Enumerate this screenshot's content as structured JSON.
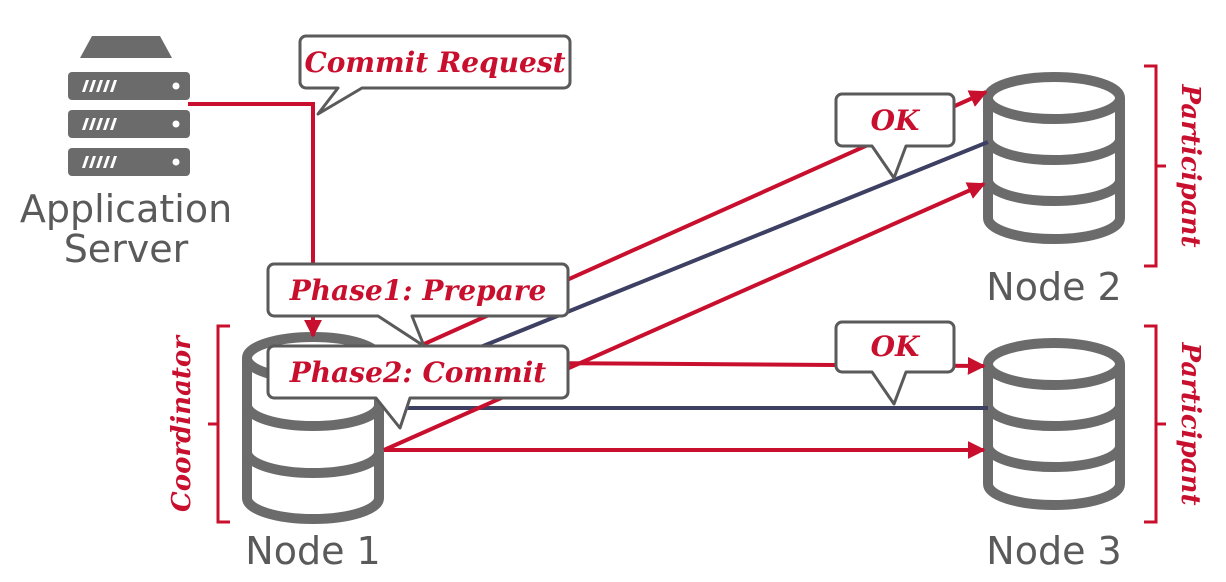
{
  "colors": {
    "accent": "#c8102e",
    "response": "#3d3f63",
    "db_gray": "#6b6b6b",
    "text_gray": "#5a5a5a"
  },
  "server": {
    "icon": "server-rack-icon",
    "label_line1": "Application",
    "label_line2": "Server"
  },
  "nodes": [
    {
      "label": "Node 1",
      "icon": "database-icon"
    },
    {
      "label": "Node 2",
      "icon": "database-icon"
    },
    {
      "label": "Node 3",
      "icon": "database-icon"
    }
  ],
  "roles": {
    "coordinator": "Coordinator",
    "participant_node2": "Participant",
    "participant_node3": "Participant"
  },
  "callouts": {
    "commit_request": "Commit Request",
    "phase1": "Phase1: Prepare",
    "phase2": "Phase2: Commit",
    "ok_node2": "OK",
    "ok_node3": "OK"
  }
}
